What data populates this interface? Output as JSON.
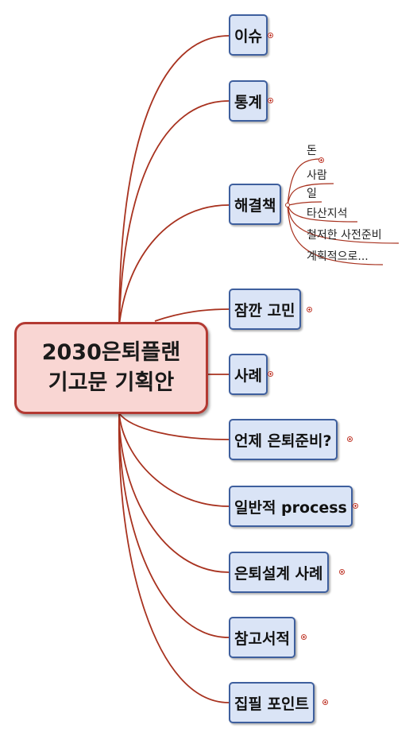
{
  "central_topic": {
    "line1": "2030은퇴플랜",
    "line2": "기고문 기획안"
  },
  "topics": [
    {
      "label": "이슈",
      "collapsed": true
    },
    {
      "label": "통계",
      "collapsed": true
    },
    {
      "label": "해결책",
      "collapsed": false,
      "children": [
        {
          "label": "돈",
          "collapsed": true
        },
        {
          "label": "사람",
          "collapsed": false
        },
        {
          "label": "일",
          "collapsed": false
        },
        {
          "label": "타산지석",
          "collapsed": false
        },
        {
          "label": "철저한 사전준비",
          "collapsed": false
        },
        {
          "label": "계획적으로...",
          "collapsed": false
        }
      ]
    },
    {
      "label": "잠깐 고민",
      "collapsed": true
    },
    {
      "label": "사례",
      "collapsed": true
    },
    {
      "label": "언제 은퇴준비?",
      "collapsed": true
    },
    {
      "label": "일반적 process",
      "collapsed": true
    },
    {
      "label": "은퇴설계 사례",
      "collapsed": true
    },
    {
      "label": "참고서적",
      "collapsed": true
    },
    {
      "label": "집필 포인트",
      "collapsed": true
    }
  ],
  "colors": {
    "connector": "#a8321f",
    "central_fill": "#f9d6d3",
    "central_border": "#b33a33",
    "topic_fill": "#dae4f6",
    "topic_border": "#3e5f9e"
  }
}
